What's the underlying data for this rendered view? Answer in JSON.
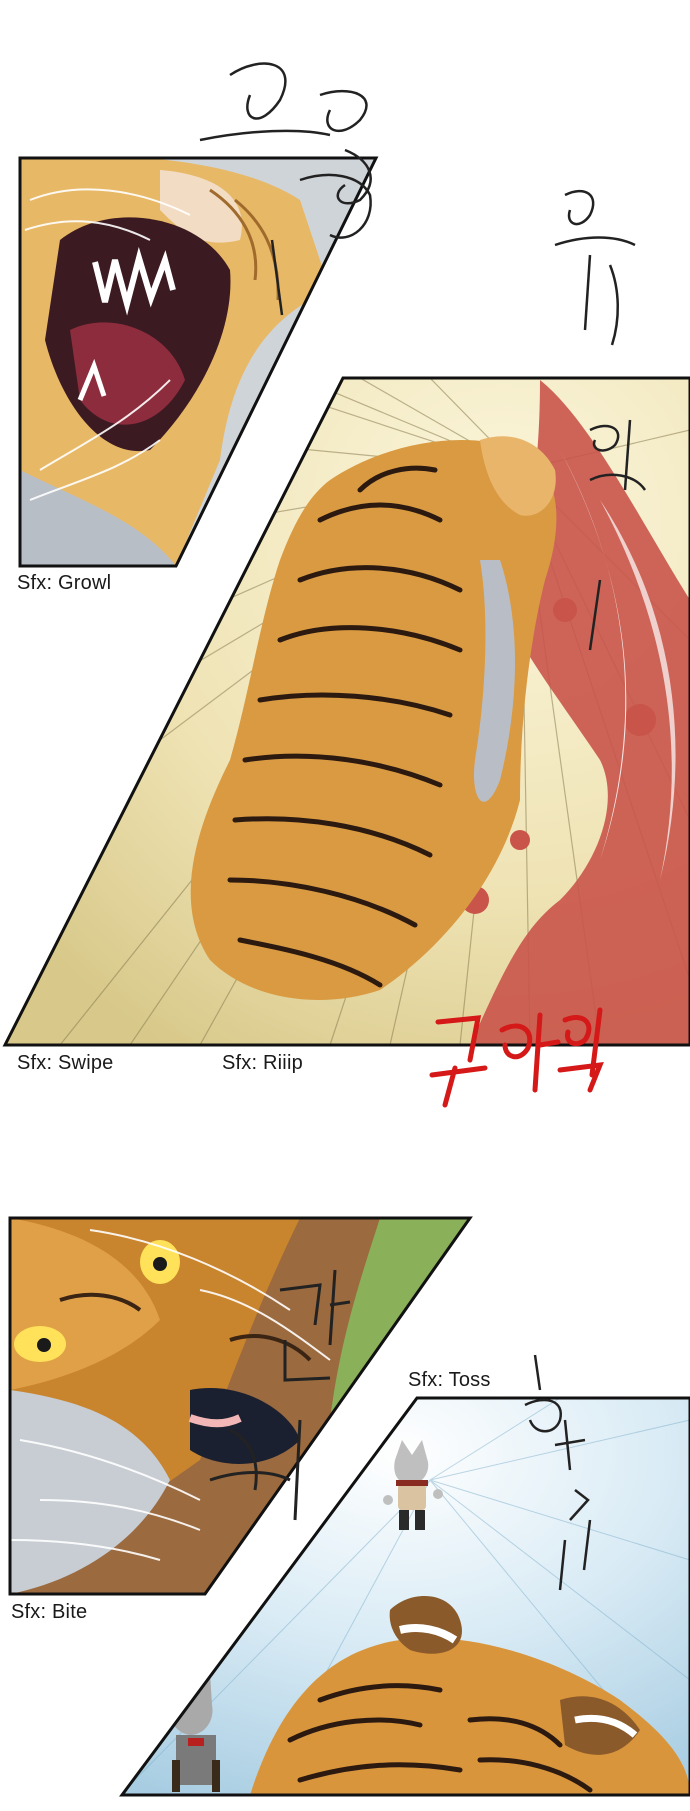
{
  "captions": {
    "growl": "Sfx: Growl",
    "swipe": "Sfx: Swipe",
    "riiip": "Sfx: Riiip",
    "bite": "Sfx: Bite",
    "toss": "Sfx: Toss"
  },
  "colors": {
    "sfx_riip_red": "#d51818",
    "tiger_orange": "#d99a42",
    "blood_red": "#c9544a",
    "sky_blue": "#a8cde2"
  }
}
